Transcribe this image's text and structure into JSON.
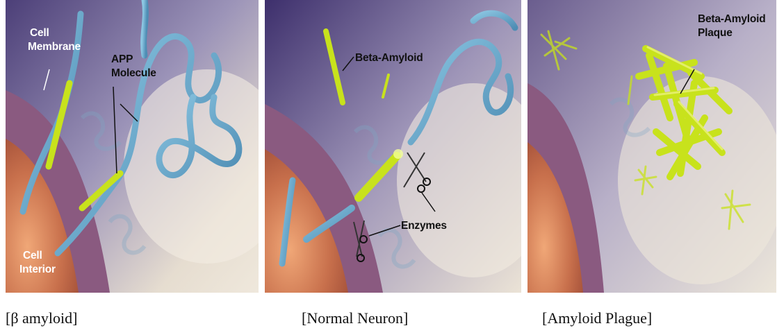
{
  "panels": [
    {
      "labels": {
        "cell_membrane_1": "Cell",
        "cell_membrane_2": "Membrane",
        "app_1": "APP",
        "app_2": "Molecule",
        "cell_interior_1": "Cell",
        "cell_interior_2": "Interior"
      },
      "caption": "[β amyloid]"
    },
    {
      "labels": {
        "beta_amyloid": "Beta-Amyloid",
        "enzymes": "Enzymes"
      },
      "caption": "[Normal Neuron]"
    },
    {
      "labels": {
        "plaque_1": "Beta-Amyloid",
        "plaque_2": "Plaque"
      },
      "caption": "[Amyloid Plague]"
    }
  ],
  "colors": {
    "membrane": "#8a5a80",
    "interior": "#c8734e",
    "app_molecule": "#5fa0c4",
    "amyloid": "#c8e21c"
  }
}
